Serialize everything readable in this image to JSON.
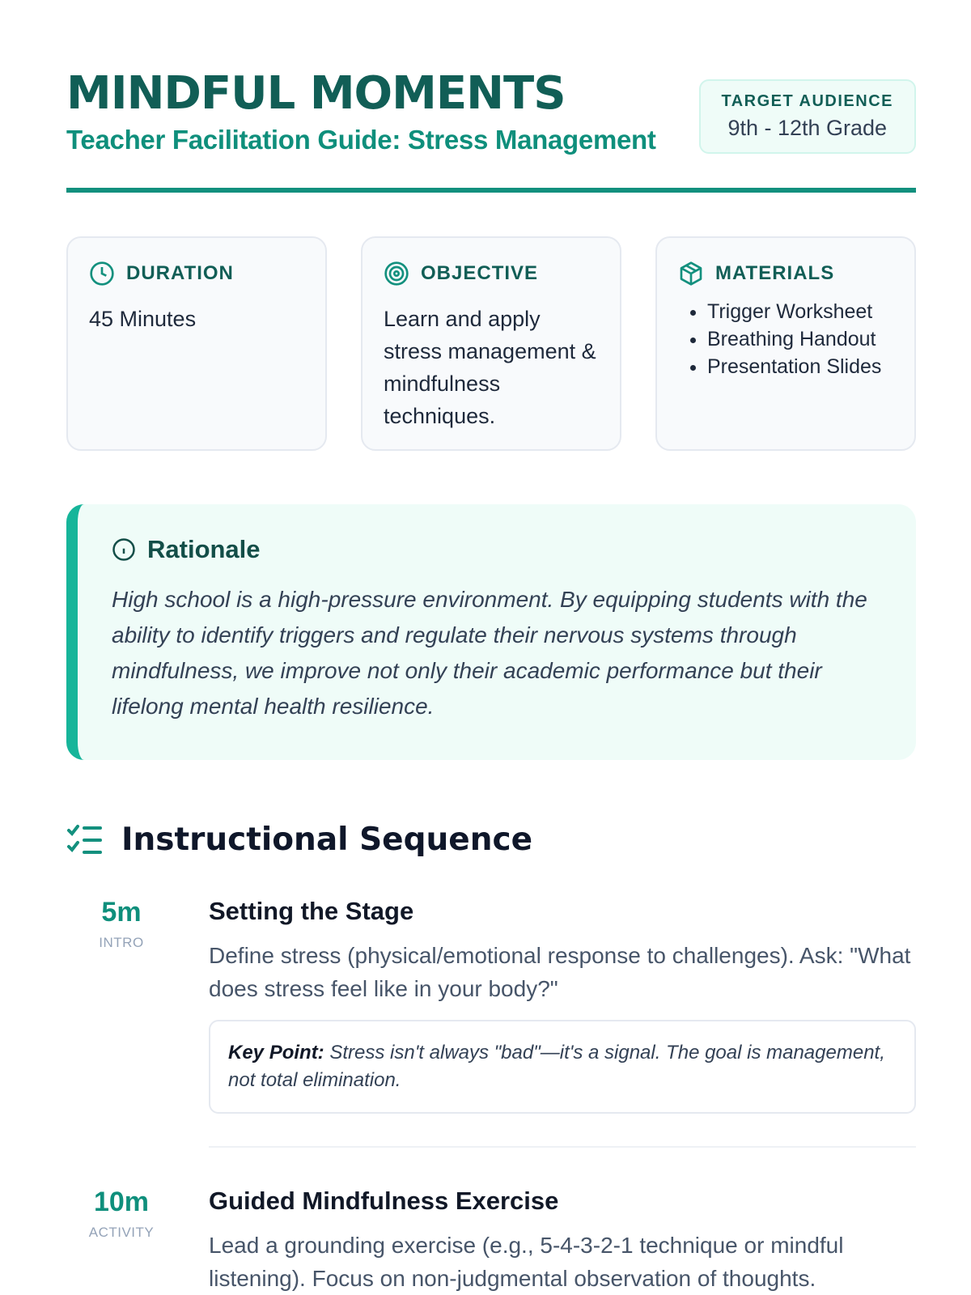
{
  "header": {
    "title": "MINDFUL MOMENTS",
    "subtitle": "Teacher Facilitation Guide: Stress Management",
    "audience_label": "TARGET AUDIENCE",
    "audience_value": "9th - 12th Grade"
  },
  "cards": {
    "duration": {
      "label": "DURATION",
      "value": "45 Minutes"
    },
    "objective": {
      "label": "OBJECTIVE",
      "value": "Learn and apply stress management & mindfulness techniques."
    },
    "materials": {
      "label": "MATERIALS",
      "items": [
        "Trigger Worksheet",
        "Breathing Handout",
        "Presentation Slides"
      ]
    }
  },
  "rationale": {
    "title": "Rationale",
    "body": "High school is a high-pressure environment. By equipping students with the ability to identify triggers and regulate their nervous systems through mindfulness, we improve not only their academic performance but their lifelong mental health resilience."
  },
  "sequence": {
    "title": "Instructional Sequence",
    "items": [
      {
        "time": "5m",
        "tag": "INTRO",
        "title": "Setting the Stage",
        "desc": "Define stress (physical/emotional response to challenges). Ask: \"What does stress feel like in your body?\"",
        "key_label": "Key Point:",
        "key_text": " Stress isn't always \"bad\"—it's a signal. The goal is management, not total elimination."
      },
      {
        "time": "10m",
        "tag": "ACTIVITY",
        "title": "Guided Mindfulness Exercise",
        "desc": "Lead a grounding exercise (e.g., 5-4-3-2-1 technique or mindful listening). Focus on non-judgmental observation of thoughts."
      }
    ]
  }
}
